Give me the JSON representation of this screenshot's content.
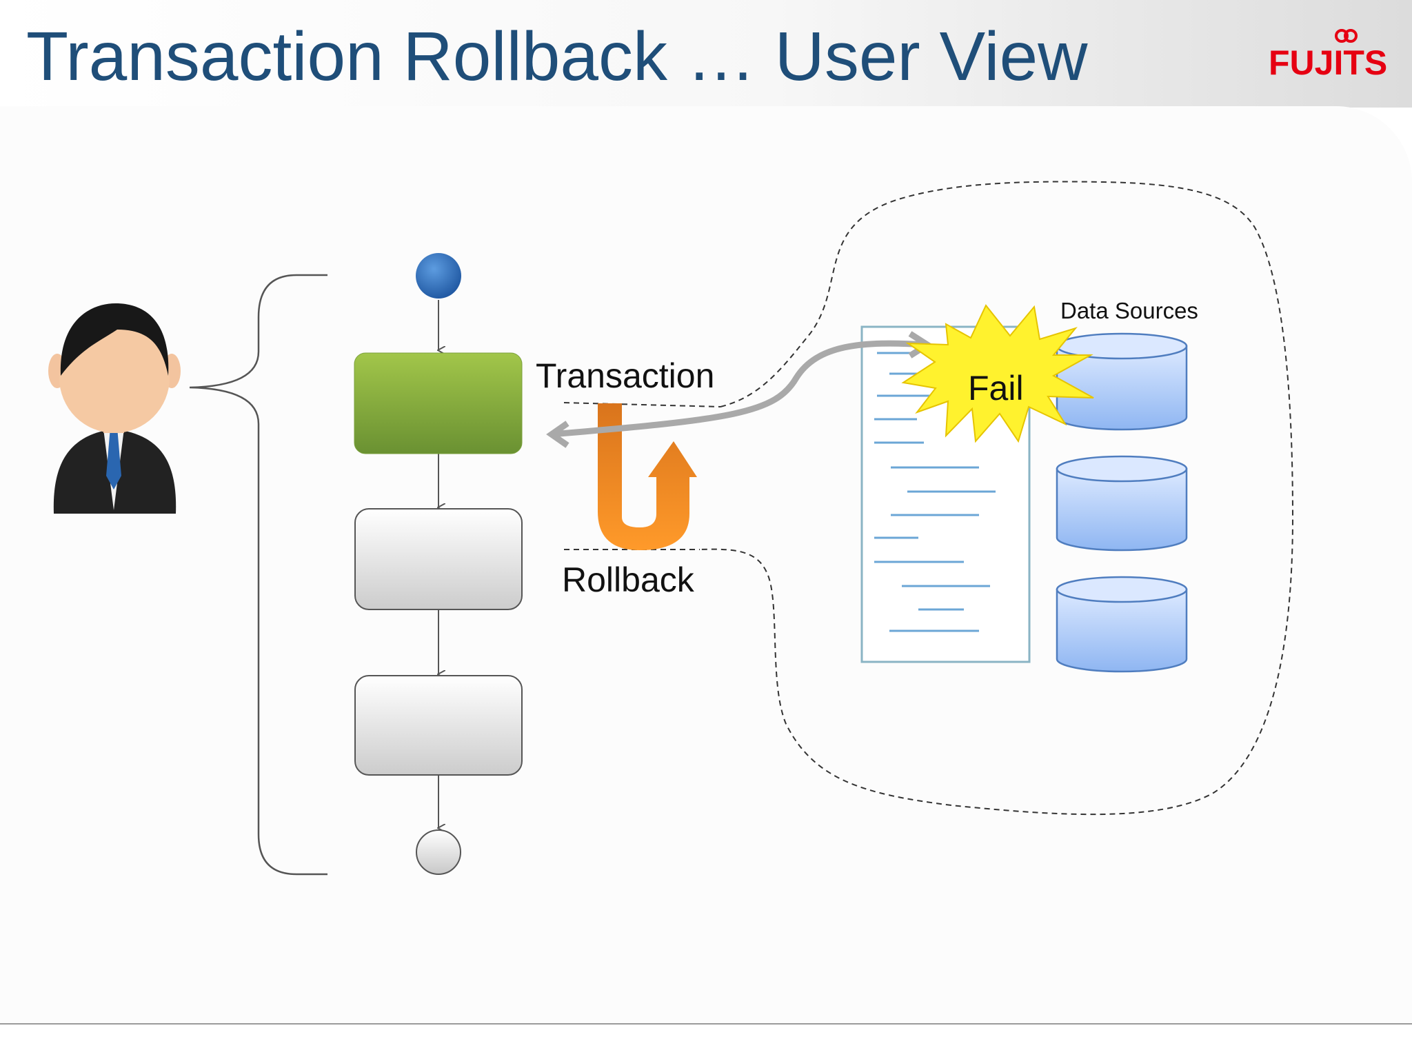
{
  "slide": {
    "title": "Transaction Rollback … User View",
    "logo": "FUJITSU"
  },
  "diagram": {
    "labels": {
      "transaction": "Transaction",
      "rollback": "Rollback",
      "fail": "Fail",
      "data_sources": "Data Sources"
    }
  },
  "colors": {
    "title": "#1f4e79",
    "logo": "#e60012",
    "start_node": "#2e6db8",
    "active_step": "#7ea83a",
    "rollback_arrow": "#f08a24",
    "fail_burst": "#fff22e",
    "database": "#bcd6fb"
  },
  "icons": {
    "user": "businessman-icon",
    "databases": "database-icon"
  }
}
